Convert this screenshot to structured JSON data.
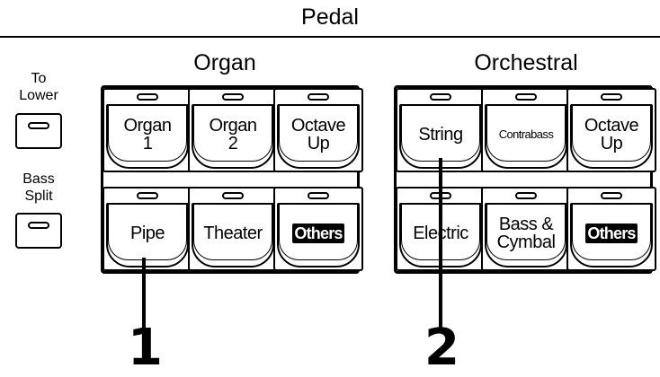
{
  "header": {
    "title": "Pedal"
  },
  "side": {
    "to_lower_label": "To\nLower",
    "bass_split_label": "Bass\nSplit"
  },
  "groups": {
    "organ": {
      "title": "Organ",
      "buttons": [
        "Organ\n1",
        "Organ\n2",
        "Octave\nUp",
        "Pipe",
        "Theater",
        "Others"
      ]
    },
    "orchestral": {
      "title": "Orchestral",
      "buttons": [
        "String",
        "Contrabass",
        "Octave\nUp",
        "Electric",
        "Bass &\nCymbal",
        "Others"
      ]
    }
  },
  "callouts": [
    "1",
    "2"
  ]
}
